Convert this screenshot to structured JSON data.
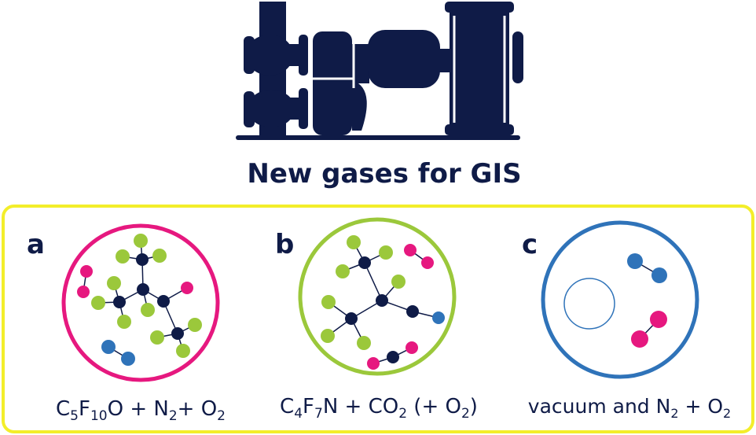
{
  "title": "New gases for GIS",
  "colors": {
    "navy": "#0f1b47",
    "frame": "#f3ee2a",
    "magenta": "#e6187f",
    "green": "#9bc83b",
    "blue": "#2f73b9"
  },
  "panels": [
    {
      "letter": "a",
      "caption": {
        "p1": "C",
        "s1": "5",
        "p2": "F",
        "s2": "10",
        "p3": "O + N",
        "s3": "2",
        "p4": "+ O",
        "s4": "2"
      }
    },
    {
      "letter": "b",
      "caption": {
        "p1": "C",
        "s1": "4",
        "p2": "F",
        "s2": "7",
        "p3": "N + CO",
        "s3": "2",
        "p4": " (+ O",
        "s4": "2",
        "p5": ")"
      }
    },
    {
      "letter": "c",
      "caption": {
        "p1": "vacuum and N",
        "s1": "2",
        "p2": " + O",
        "s2": "2"
      }
    }
  ]
}
